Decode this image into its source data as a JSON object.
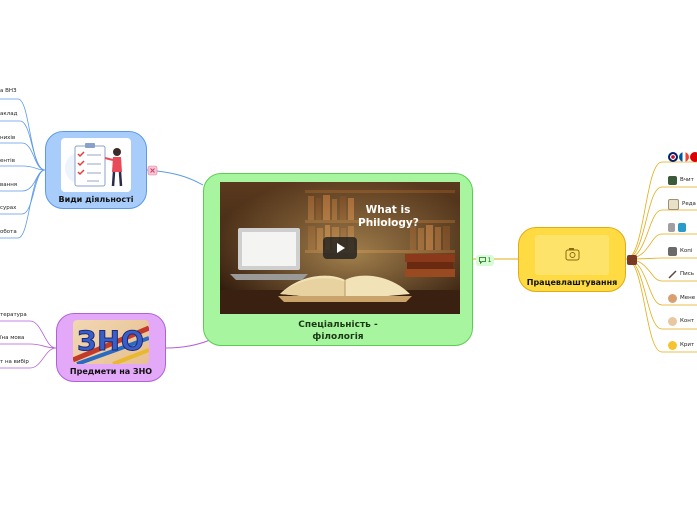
{
  "central": {
    "title": "Спеціальність - філологія",
    "video_title": "What is Philology?",
    "play_icon": "play-icon"
  },
  "activities": {
    "title": "Види діяльності",
    "items": [
      "а ВНЗ",
      "аклад",
      "нихів",
      "ентів",
      "вання",
      "сурах",
      "обота"
    ]
  },
  "exams": {
    "title": "Предмети на ЗНО",
    "image_text": "ЗНО",
    "items": [
      "тература",
      "їна мова",
      "т на вибір"
    ]
  },
  "employment": {
    "title": "Працевлаштування",
    "comment_count": "1",
    "items": [
      {
        "label": "",
        "icon": "flags-icon"
      },
      {
        "label": "Вчит",
        "icon": "teacher-icon"
      },
      {
        "label": "Реда",
        "icon": "editor-icon"
      },
      {
        "label": "",
        "icon": "film-icon"
      },
      {
        "label": "Копі",
        "icon": "copy-icon"
      },
      {
        "label": "Пись",
        "icon": "pen-icon"
      },
      {
        "label": "Мене",
        "icon": "manager-icon"
      },
      {
        "label": "Конт",
        "icon": "content-icon"
      },
      {
        "label": "Крит",
        "icon": "critic-icon"
      }
    ]
  },
  "colors": {
    "green": "#a8f5a0",
    "blue": "#a8cdfb",
    "purple": "#e3a8f7",
    "yellow": "#fedb43"
  }
}
